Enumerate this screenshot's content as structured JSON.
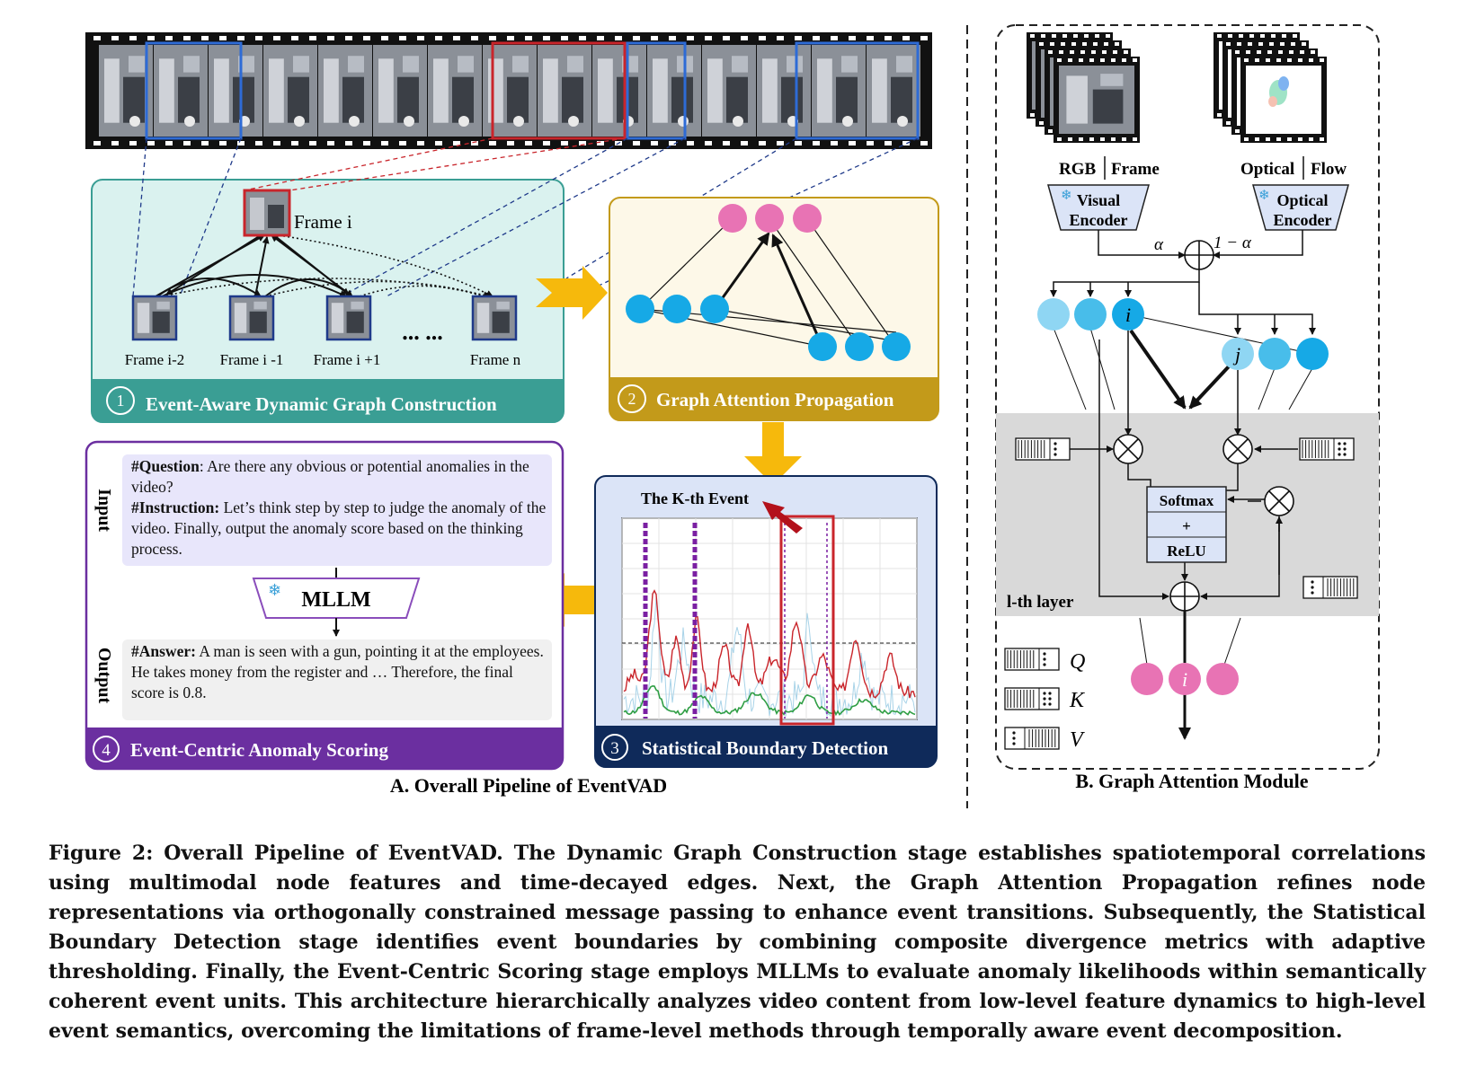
{
  "panel_a": {
    "title": "A. Overall Pipeline of EventVAD",
    "stage1": {
      "num": "1",
      "title": "Event-Aware Dynamic Graph Construction",
      "center_label": "Frame i",
      "frames": [
        "Frame i-2",
        "Frame i -1",
        "Frame i +1",
        "Frame n"
      ],
      "ellipsis": "... ..."
    },
    "stage2": {
      "num": "2",
      "title": "Graph Attention Propagation"
    },
    "stage3": {
      "num": "3",
      "title": "Statistical Boundary Detection",
      "chart_title": "The K-th Event"
    },
    "stage4": {
      "num": "4",
      "title": "Event-Centric Anomaly Scoring",
      "input_label": "Input",
      "output_label": "Output",
      "question_key": "#Question",
      "question_text": ": Are there any obvious or potential anomalies in the video?",
      "instruction_key": "#Instruction:",
      "instruction_text": " Let’s think step by step to judge the anomaly of the video. Finally,  output the anomaly score based on the thinking process.",
      "model": "MLLM",
      "answer_key": "#Answer:",
      "answer_text": " A man is seen with a gun, pointing it at the employees. He takes money from the register and … Therefore, the final score is 0.8."
    }
  },
  "panel_b": {
    "title": "B. Graph Attention Module",
    "rgb": "RGB",
    "frame": "Frame",
    "optical": "Optical",
    "flow": "Flow",
    "visual_encoder": [
      "Visual",
      "Encoder"
    ],
    "optical_encoder": [
      "Optical",
      "Encoder"
    ],
    "alpha": "α",
    "one_minus_alpha": "1 − α",
    "node_i": "i",
    "node_j": "j",
    "softmax": "Softmax",
    "plus": "+",
    "relu": "ReLU",
    "layer_label": "l-th layer",
    "legend": [
      "Q",
      "K",
      "V"
    ],
    "output_node": "i"
  },
  "caption": "Figure 2: Overall Pipeline of EventVAD. The Dynamic Graph Construction stage establishes spatiotemporal correlations using multimodal node features and time-decayed edges. Next, the Graph Attention Propagation refines node representations via orthogonally constrained message passing to enhance event transitions. Subsequently, the Statistical Boundary Detection stage identifies event boundaries by combining composite divergence metrics with adaptive thresholding. Finally, the Event-Centric Scoring stage employs MLLMs to evaluate anomaly likelihoods within semantically coherent event units. This architecture hierarchically analyzes video content from low-level feature dynamics to high-level event semantics, overcoming the limitations of frame-level methods through temporally aware event decomposition.",
  "colors": {
    "teal_fill": "#daf2ef",
    "teal_bar": "#3a9e94",
    "gold_fill": "#fdf8e8",
    "gold_bar": "#c39a1a",
    "blue_fill": "#dbe4f7",
    "navy_bar": "#0f2a5a",
    "purple_bar": "#6b2fa0",
    "arrow": "#f6b90c",
    "node_blue": "#16a9e6",
    "node_light": "#8fd6f3",
    "node_pink": "#e873b4"
  }
}
